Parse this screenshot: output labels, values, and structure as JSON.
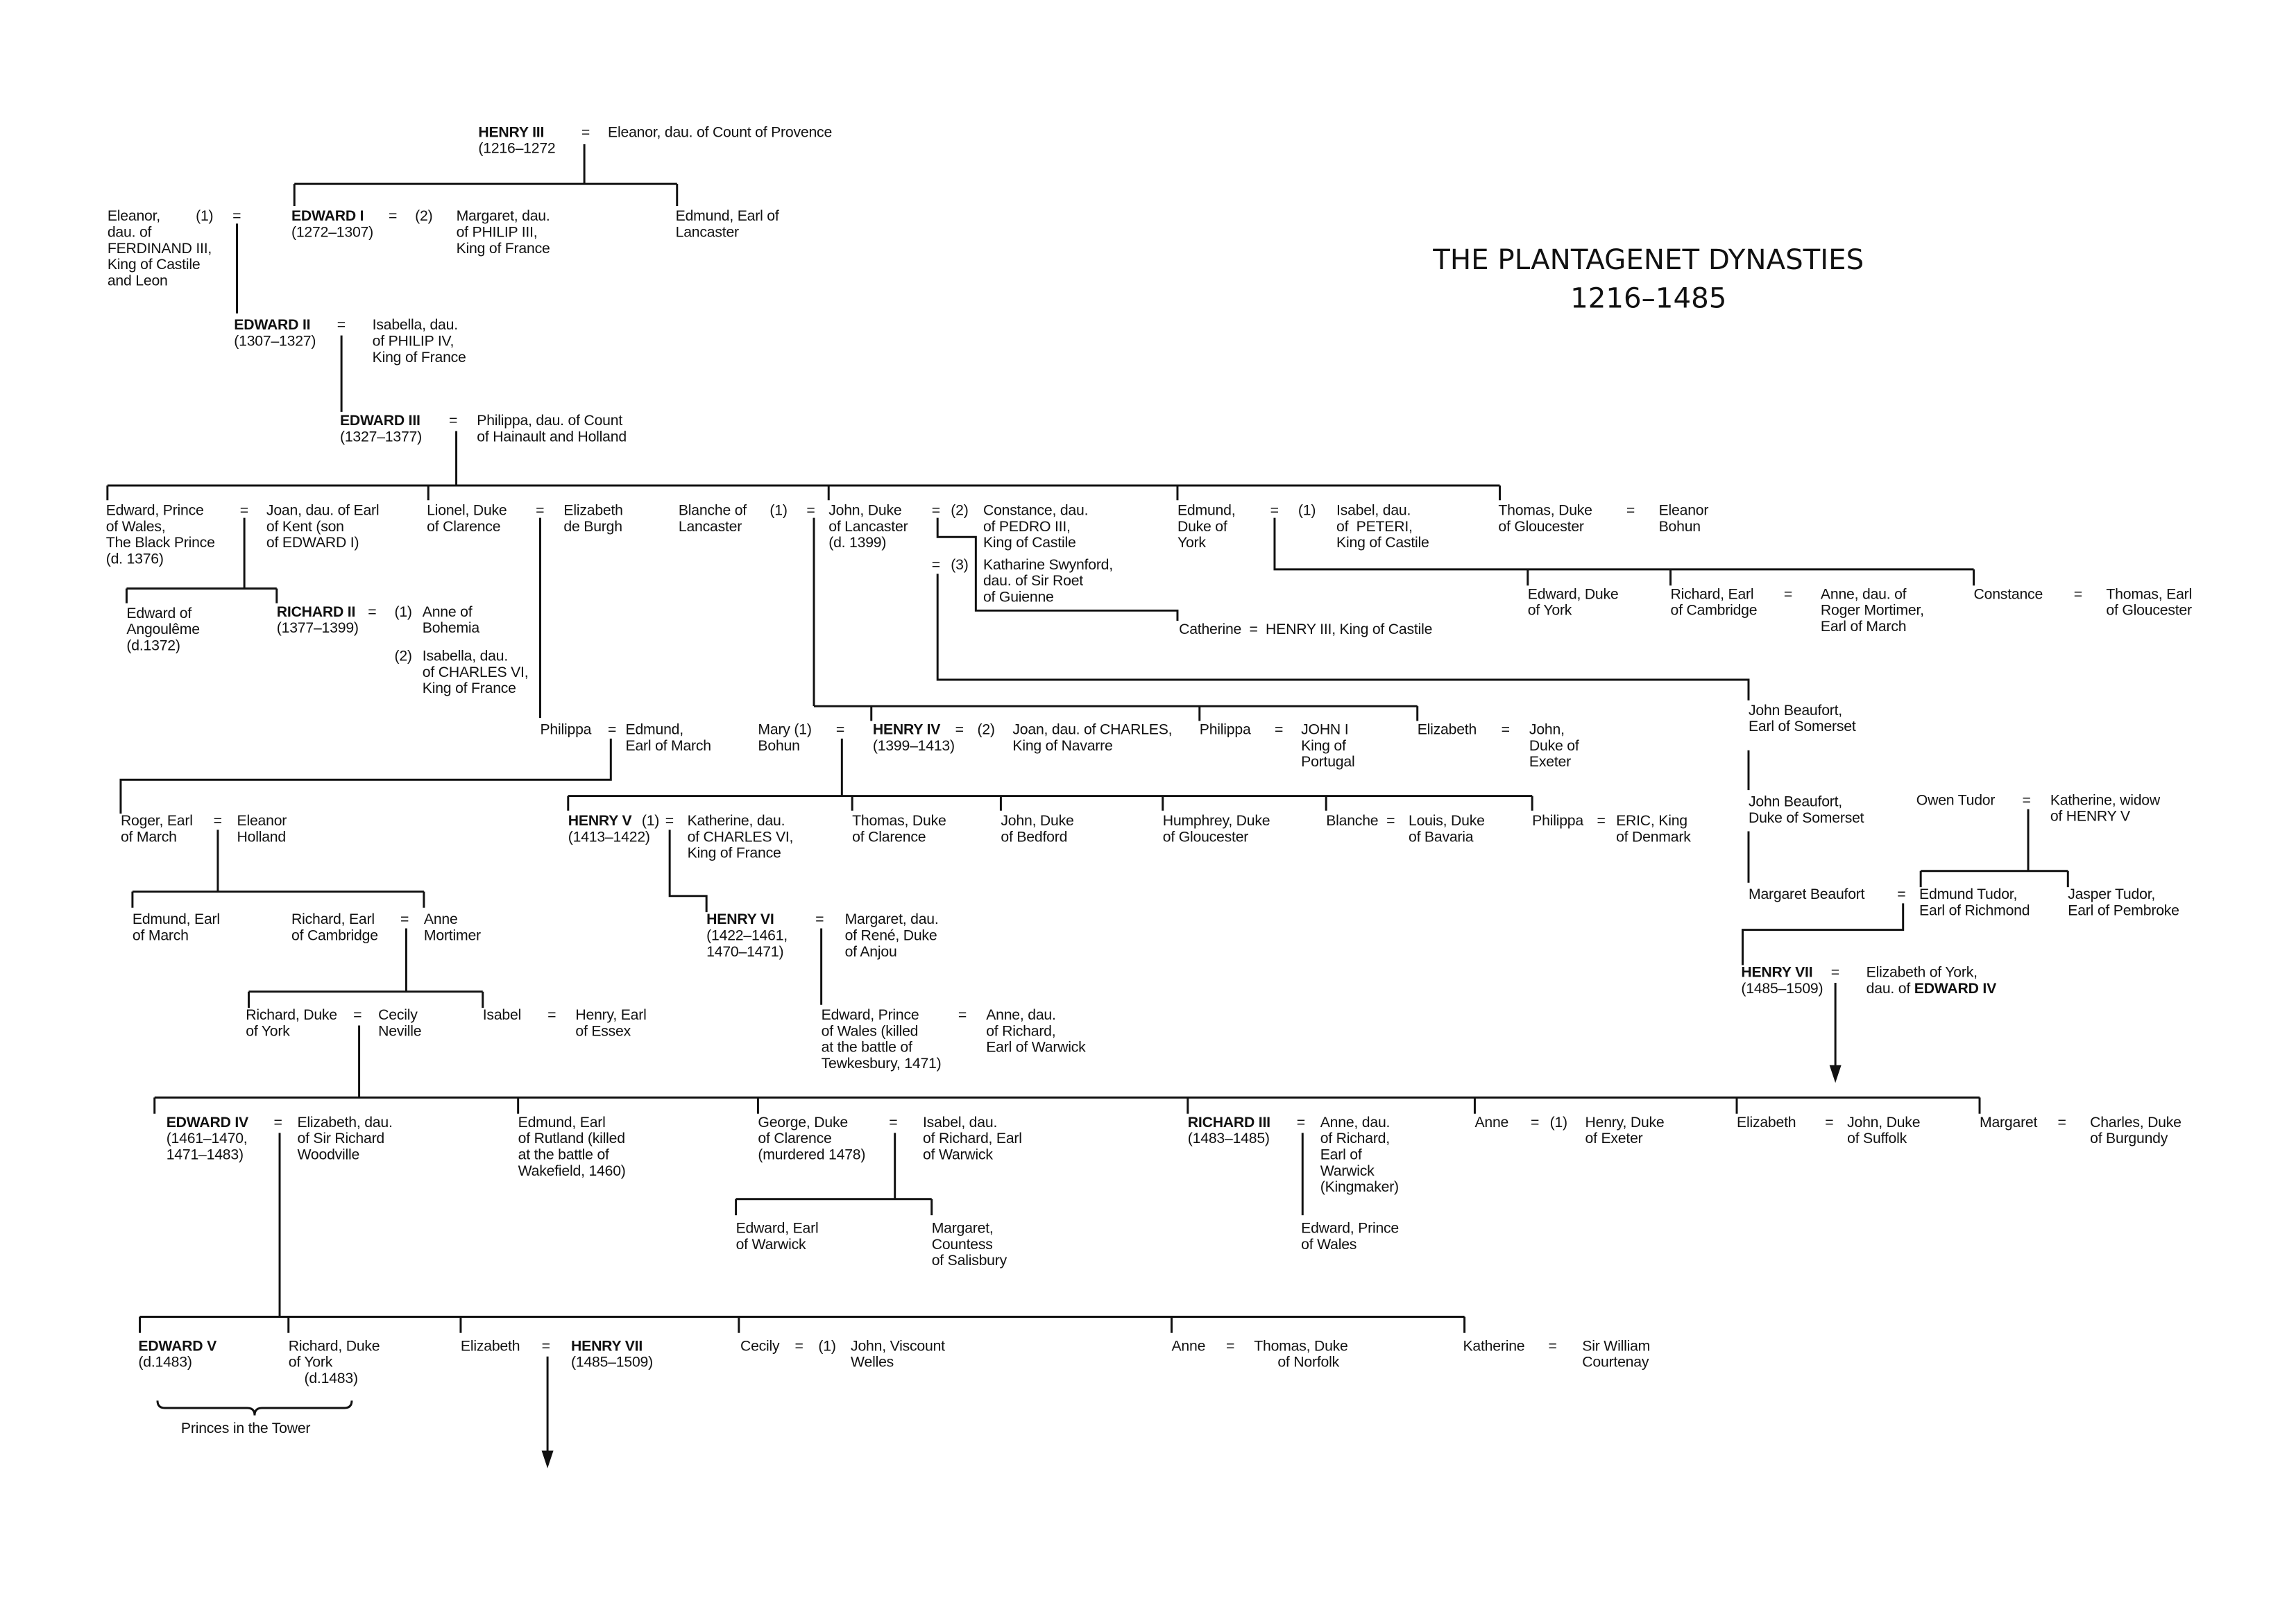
{
  "title": {
    "line1": "THE PLANTAGENET DYNASTIES",
    "line2": "1216–1485"
  },
  "eq": "=",
  "m1": "(1)",
  "m2": "(2)",
  "m3": "(3)",
  "p": {
    "henry3": "HENRY III",
    "henry3_d": "(1216–1272",
    "henry3_w": "Eleanor, dau. of Count of Provence",
    "eleanor_c": "Eleanor,\ndau. of\nFERDINAND III,\nKing of Castile\nand Leon",
    "edward1": "EDWARD I",
    "edward1_d": "(1272–1307)",
    "margaret_f": "Margaret, dau.\nof PHILIP III,\nKing of France",
    "edmund_l": "Edmund, Earl of\nLancaster",
    "edward2": "EDWARD II",
    "edward2_d": "(1307–1327)",
    "isabella_f": "Isabella, dau.\nof PHILIP IV,\nKing of France",
    "edward3": "EDWARD III",
    "edward3_d": "(1327–1377)",
    "philippa_h": "Philippa, dau. of Count\nof Hainault and Holland",
    "black_prince": "Edward, Prince\nof Wales,\nThe Black Prince\n(d. 1376)",
    "joan_k": "Joan, dau. of Earl\nof Kent (son\nof EDWARD I)",
    "lionel": "Lionel, Duke\nof Clarence",
    "eliz_burgh": "Elizabeth\nde Burgh",
    "blanche": "Blanche of\nLancaster",
    "john_gaunt": "John, Duke\nof Lancaster\n(d. 1399)",
    "constance_c": "Constance, dau.\nof PEDRO III,\nKing of Castile",
    "katharine_s": "Katharine Swynford,\ndau. of Sir Roet\nof Guienne",
    "edmund_y": "Edmund,\nDuke of\nYork",
    "isabel_c": "Isabel, dau.\nof  PETERI,\nKing of Castile",
    "thomas_g": "Thomas, Duke\nof Gloucester",
    "eleanor_b": "Eleanor\nBohun",
    "edward_ang": "Edward of\nAngoulême\n(d.1372)",
    "richard2": "RICHARD II",
    "richard2_d": "(1377–1399)",
    "anne_b": "Anne of\nBohemia",
    "isabella_c6": "Isabella, dau.\nof CHARLES VI,\nKing of France",
    "catherine": "Catherine  =  HENRY III, King of Castile",
    "edward_dy": "Edward, Duke\nof York",
    "richard_c1": "Richard, Earl\nof Cambridge",
    "anne_m1": "Anne, dau. of\nRoger Mortimer,\nEarl of March",
    "constance_y": "Constance",
    "thomas_eg": "Thomas, Earl\nof Gloucester",
    "philippa_c": "Philippa",
    "edmund_m": "Edmund,\nEarl of March",
    "mary_b": "Mary (1)\nBohun",
    "henry4": "HENRY IV",
    "henry4_d": "(1399–1413)",
    "joan_n": "Joan, dau. of CHARLES,\nKing of Navarre",
    "philippa_l": "Philippa",
    "john1": "JOHN I\nKing of\nPortugal",
    "elizabeth_l": "Elizabeth",
    "john_ex": "John,\nDuke of\nExeter",
    "jb_earl": "John Beaufort,\nEarl of Somerset",
    "jb_duke": "John Beaufort,\nDuke of Somerset",
    "roger": "Roger, Earl\nof March",
    "eleanor_h": "Eleanor\nHolland",
    "henry5": "HENRY V",
    "henry5_d": "(1413–1422)",
    "katherine_v": "Katherine, dau.\nof CHARLES VI,\nKing of France",
    "thomas_c": "Thomas, Duke\nof Clarence",
    "john_bed": "John, Duke\nof Bedford",
    "humphrey": "Humphrey, Duke\nof Gloucester",
    "blanche4": "Blanche",
    "louis": "Louis, Duke\nof Bavaria",
    "philippa4": "Philippa",
    "eric": "ERIC, King\nof Denmark",
    "owen": "Owen Tudor",
    "katherine_w": "Katherine, widow\nof HENRY V",
    "edmund_m2": "Edmund, Earl\nof March",
    "richard_c2": "Richard, Earl\nof Cambridge",
    "anne_m2": "Anne\nMortimer",
    "henry6": "HENRY VI",
    "henry6_d": "(1422–1461,\n1470–1471)",
    "margaret_a": "Margaret, dau.\nof René, Duke\nof Anjou",
    "margaret_b": "Margaret Beaufort",
    "edmund_t": "Edmund Tudor,\nEarl of Richmond",
    "jasper": "Jasper Tudor,\nEarl of Pembroke",
    "richard_y": "Richard, Duke\nof York",
    "cecily_n": "Cecily\nNeville",
    "isabel_y": "Isabel",
    "henry_essex": "Henry, Earl\nof Essex",
    "edward_pw": "Edward, Prince\nof Wales (killed\nat the battle of\nTewkesbury, 1471)",
    "anne_w1": "Anne, dau.\nof Richard,\nEarl of Warwick",
    "henry7a": "HENRY VII",
    "henry7a_d": "(1485–1509)",
    "eliz_york_a": "Elizabeth of York,",
    "eliz_york_b": "dau. of ",
    "eliz_york_c": "EDWARD IV",
    "edward4": "EDWARD IV",
    "edward4_d": "(1461–1470,\n1471–1483)",
    "eliz_w": "Elizabeth, dau.\nof Sir Richard\nWoodville",
    "edmund_r": "Edmund, Earl\nof Rutland (killed\nat the battle of\nWakefield, 1460)",
    "george": "George, Duke\nof Clarence\n(murdered 1478)",
    "isabel_w": "Isabel, dau.\nof Richard, Earl\nof Warwick",
    "richard3": "RICHARD III",
    "richard3_d": "(1483–1485)",
    "anne_w2": "Anne, dau.\nof Richard,\nEarl of\nWarwick\n(Kingmaker)",
    "anne_y": "Anne",
    "henry_exeter": "Henry, Duke\nof Exeter",
    "elizabeth_y": "Elizabeth",
    "john_suffolk": "John, Duke\nof Suffolk",
    "margaret_y": "Margaret",
    "charles_b": "Charles, Duke\nof Burgundy",
    "edward_warwick": "Edward, Earl\nof Warwick",
    "margaret_s": "Margaret,\nCountess\nof Salisbury",
    "edward_pw2": "Edward, Prince\nof Wales",
    "edward5": "EDWARD V",
    "edward5_d": "(d.1483)",
    "richard_dy": "Richard, Duke\nof York\n    (d.1483)",
    "elizabeth_e4": "Elizabeth",
    "henry7b": "HENRY VII",
    "henry7b_d": "(1485–1509)",
    "cecily_e4": "Cecily",
    "john_welles": "John, Viscount\nWelles",
    "anne_e4": "Anne",
    "thomas_n": "Thomas, Duke\n      of Norfolk",
    "katherine_e4": "Katherine",
    "william_c": "Sir William\nCourtenay",
    "princes": "Princes in the Tower"
  }
}
